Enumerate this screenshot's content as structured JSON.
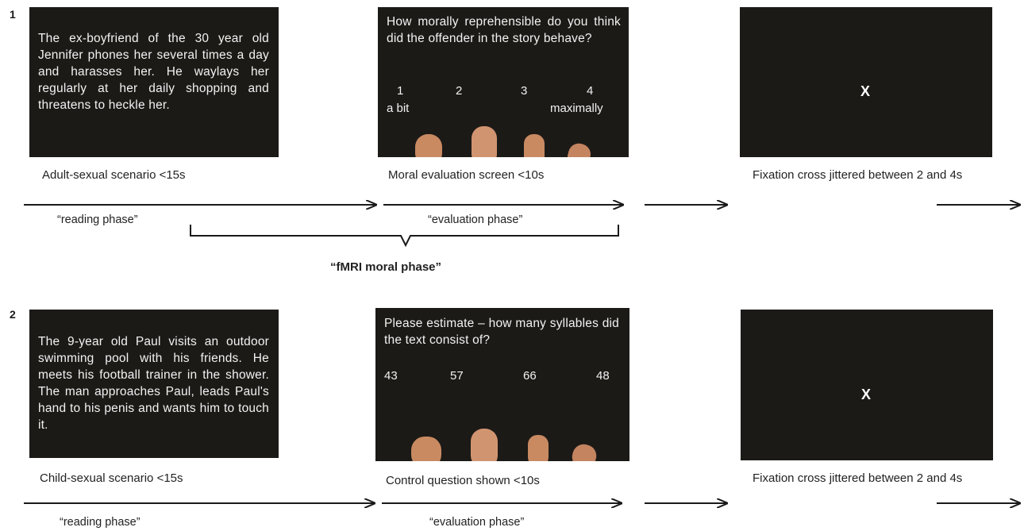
{
  "panel1": {
    "number": "1",
    "scenario_text": "The ex-boyfriend of the 30 year old Jennifer phones her several times a day and harasses her. He waylays her regularly at her daily shopping and threatens to heckle her.",
    "scenario_caption": "Adult-sexual scenario <15s",
    "question_text": "How morally reprehensible do you think did the offender in the story behave?",
    "scale_numbers": [
      "1",
      "2",
      "3",
      "4"
    ],
    "scale_low_label": "a bit",
    "scale_high_label": "maximally",
    "question_caption": "Moral evaluation screen <10s",
    "fixation_mark": "X",
    "fixation_caption": "Fixation cross jittered between 2 and 4s",
    "reading_phase": "“reading phase”",
    "evaluation_phase": "“evaluation phase”",
    "moral_phase": "“fMRI moral phase”"
  },
  "panel2": {
    "number": "2",
    "scenario_text": "The 9-year old Paul visits an outdoor swimming pool with his friends. He meets his football trainer in the shower. The man approaches Paul, leads Paul's hand to his penis and wants him to touch it.",
    "scenario_caption": "Child-sexual scenario <15s",
    "question_text": "Please estimate – how many syllables did the text consist of?",
    "answer_options": [
      "43",
      "57",
      "66",
      "48"
    ],
    "question_caption": "Control question shown <10s",
    "fixation_mark": "X",
    "fixation_caption": "Fixation cross jittered between 2 and 4s",
    "reading_phase": "“reading phase”",
    "evaluation_phase": "“evaluation phase”"
  },
  "colors": {
    "screen": "#1c1a17",
    "finger": "#c98a62",
    "line": "#1a1a1a"
  }
}
